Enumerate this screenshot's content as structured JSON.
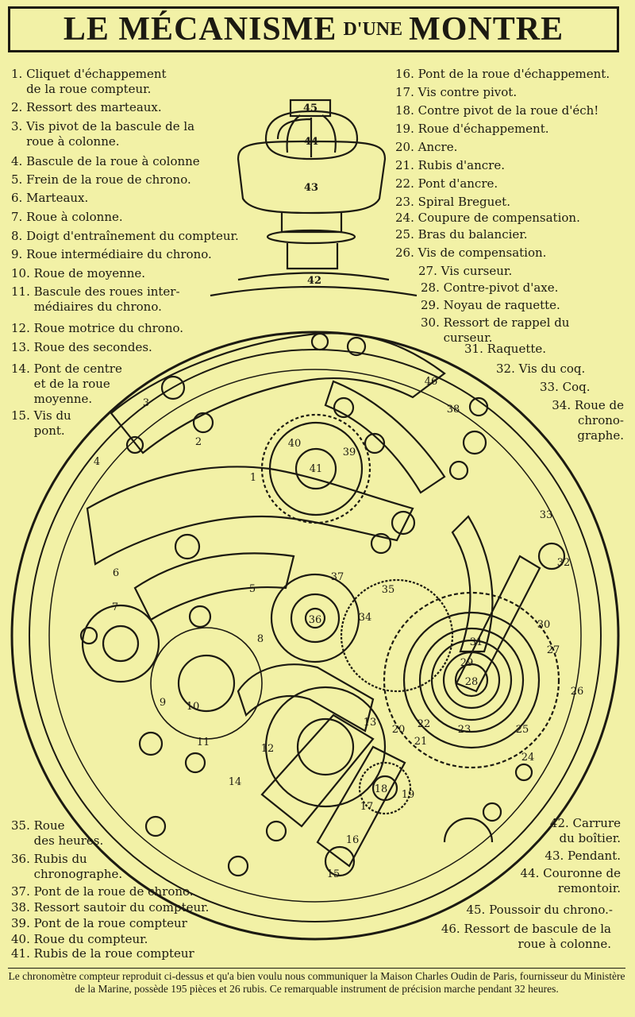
{
  "title": {
    "part1": "LE MÉCANISME",
    "part2": "D'UNE",
    "part3": "MONTRE"
  },
  "legend_left": [
    "1. Cliquet d'échappement\n    de la roue compteur.",
    "2. Ressort des marteaux.",
    "3. Vis pivot de la bascule de la\n    roue à colonne.",
    "4. Bascule de la roue à colonne",
    "5. Frein de la roue de chrono.",
    "6. Marteaux.",
    "7. Roue à colonne.",
    "8. Doigt d'entraînement du compteur.",
    "9. Roue intermédiaire du chrono.",
    "10. Roue de moyenne.",
    "11. Bascule des roues inter-\n      médiaires du chrono.",
    "12. Roue motrice du chrono.",
    "13. Roue des secondes.",
    "14. Pont de centre\n      et de la roue\n      moyenne.",
    "15. Vis du\n      pont."
  ],
  "legend_right": [
    "16. Pont de la roue d'échappement.",
    "17. Vis contre pivot.",
    "18. Contre pivot de la roue d'éch!",
    "19. Roue d'échappement.",
    "20. Ancre.",
    "21. Rubis d'ancre.",
    "22. Pont d'ancre.",
    "23. Spiral Breguet.",
    "24. Coupure de compensation.",
    "25. Bras du balancier.",
    "26. Vis de compensation.",
    "27. Vis curseur.",
    "28. Contre-pivot d'axe.",
    "29. Noyau de raquette.",
    "30. Ressort de rappel du\n      curseur.",
    "31. Raquette.",
    "32. Vis du coq.",
    "33. Coq.",
    "34. Roue de\n  chrono-\n  graphe."
  ],
  "legend_bottom_left": [
    "35. Roue\n      des heures.",
    "36. Rubis du\n      chronographe.",
    "37. Pont de la roue de chrono.",
    "38. Ressort sautoir du compteur.",
    "39. Pont de la roue compteur",
    "40. Roue du compteur.",
    "41. Rubis de la roue compteur"
  ],
  "legend_bottom_right": [
    "42. Carrure\n  du boîtier.",
    "43. Pendant.",
    "44. Couronne de\n  remontoir.",
    "45. Poussoir du chrono.-",
    "46. Ressort de bascule de la\n  roue à colonne."
  ],
  "diagram_numbers": [
    "1",
    "2",
    "3",
    "4",
    "5",
    "6",
    "7",
    "8",
    "9",
    "10",
    "11",
    "12",
    "13",
    "14",
    "15",
    "16",
    "17",
    "18",
    "19",
    "20",
    "21",
    "22",
    "23",
    "24",
    "25",
    "26",
    "27",
    "28",
    "29",
    "30",
    "31",
    "32",
    "33",
    "34",
    "35",
    "36",
    "37",
    "38",
    "39",
    "40",
    "41",
    "42",
    "43",
    "44",
    "45",
    "46"
  ],
  "caption": "Le chronomètre compteur reproduit ci-dessus et qu'a bien voulu nous communiquer la Maison Charles Oudin de Paris, fournisseur du Ministère de la Marine, possède 195 pièces et 26 rubis. Ce remarquable instrument de précision marche pendant 32 heures.",
  "colors": {
    "paper": "#f2f1a6",
    "ink": "#1c1a12"
  }
}
